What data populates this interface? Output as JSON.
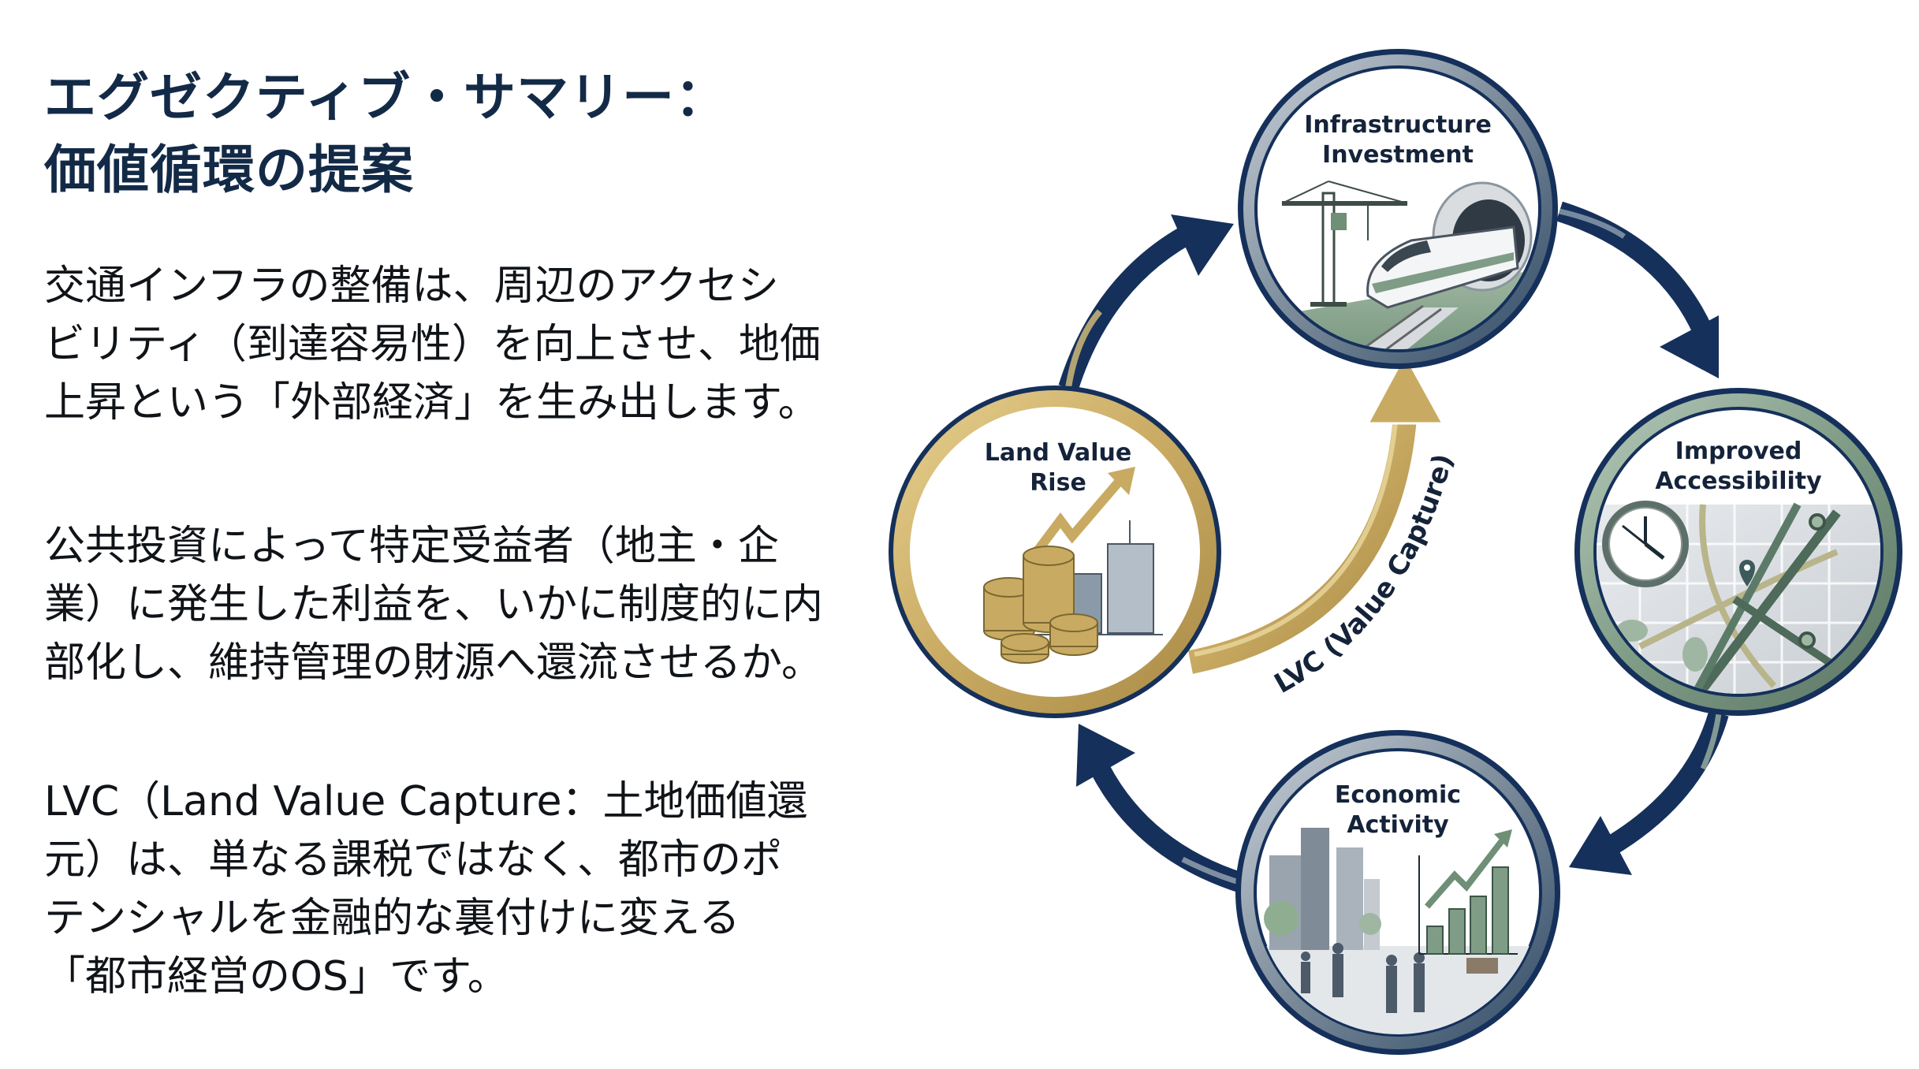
{
  "title": {
    "lines": [
      "エグゼクティブ・サマリー：",
      "価値循環の提案"
    ]
  },
  "paragraphs": [
    {
      "lines": [
        "交通インフラの整備は、周辺のアクセシ",
        "ビリティ（到達容易性）を向上させ、地価",
        "上昇という「外部経済」を生み出します。"
      ]
    },
    {
      "lines": [
        "公共投資によって特定受益者（地主・企",
        "業）に発生した利益を、いかに制度的に内",
        "部化し、維持管理の財源へ還流させるか。"
      ]
    },
    {
      "lines": [
        "LVC（Land Value Capture：土地価値還",
        "元）は、単なる課税ではなく、都市のポ",
        "テンシャルを金融的な裏付けに変える",
        "「都市経営のOS」です。"
      ]
    }
  ],
  "diagram": {
    "nodes": [
      {
        "id": "infrastructure",
        "label_lines": [
          "Infrastructure",
          "Investment"
        ],
        "icon": "train-crane-icon"
      },
      {
        "id": "accessibility",
        "label_lines": [
          "Improved",
          "Accessibility"
        ],
        "icon": "clock-map-icon"
      },
      {
        "id": "economic",
        "label_lines": [
          "Economic",
          "Activity"
        ],
        "icon": "city-growth-chart-icon"
      },
      {
        "id": "landvalue",
        "label_lines": [
          "Land Value",
          "Rise"
        ],
        "icon": "coins-buildings-icon"
      }
    ],
    "lvc_label": "LVC (Value Capture)",
    "colors": {
      "navy": "#15305a",
      "gold": "#c9aa62",
      "gold_light": "#e3cc8a",
      "sage": "#7f9c86",
      "steel": "#6d7f90",
      "text": "#15233a"
    }
  }
}
